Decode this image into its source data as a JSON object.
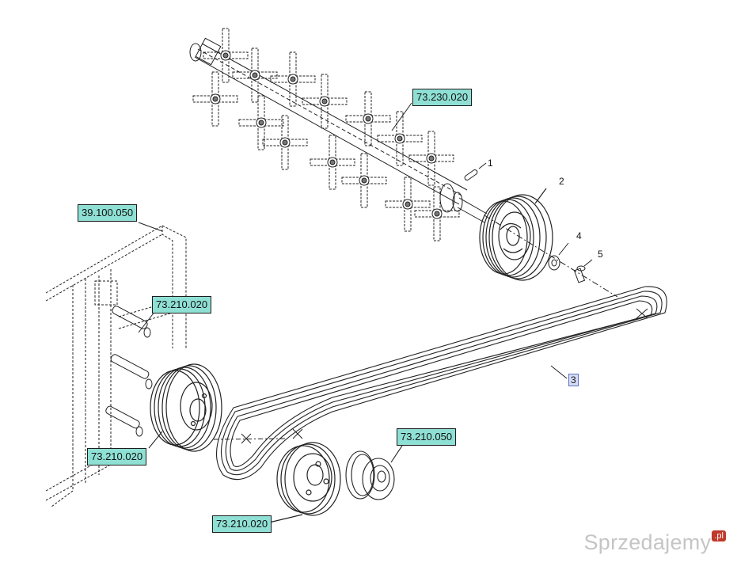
{
  "references": {
    "rotor": "73.230.020",
    "frame": "39.100.050",
    "idler_shaft": "73.210.020",
    "drive_pulley": "73.210.020",
    "lower_pulley": "73.210.020",
    "hub": "73.210.050"
  },
  "callouts": {
    "pin": "1",
    "pulley": "2",
    "belt": "3",
    "washer": "4",
    "bolt": "5"
  },
  "watermark": {
    "text": "Sprzedajemy",
    "badge": ".pl"
  },
  "colors": {
    "ref_fill": "#8fe0d4",
    "line": "#1c1c1c",
    "selected_callout": "#6070c8"
  }
}
